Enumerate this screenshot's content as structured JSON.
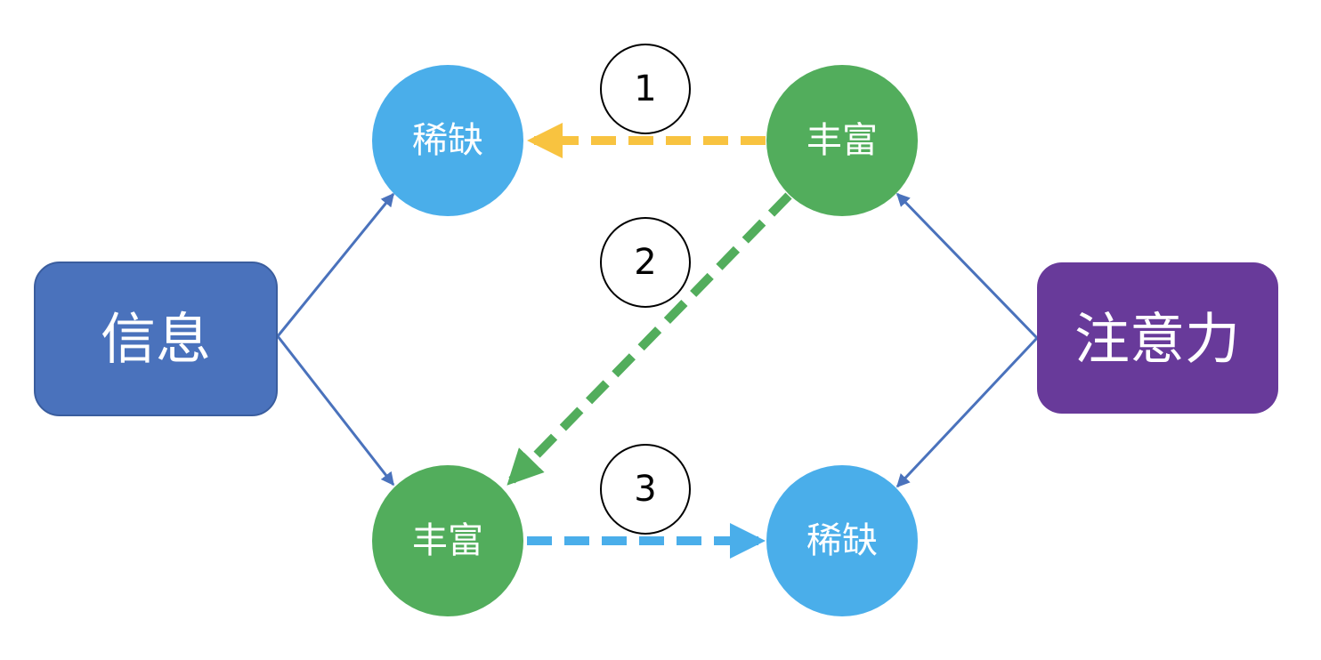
{
  "colors": {
    "info_box": "#4a72bc",
    "attention_box": "#683a9a",
    "scarce": "#4aaeea",
    "abundant": "#52ad5c",
    "connector": "#4a72bc",
    "flow_1": "#f8c340",
    "flow_2": "#52ad5c",
    "flow_3": "#4aaeea"
  },
  "nodes": {
    "info": {
      "label": "信息"
    },
    "attention": {
      "label": "注意力"
    },
    "info_scarce": {
      "label": "稀缺"
    },
    "info_abundant": {
      "label": "丰富"
    },
    "attention_abundant": {
      "label": "丰富"
    },
    "attention_scarce": {
      "label": "稀缺"
    }
  },
  "steps": [
    {
      "label": "1"
    },
    {
      "label": "2"
    },
    {
      "label": "3"
    }
  ]
}
